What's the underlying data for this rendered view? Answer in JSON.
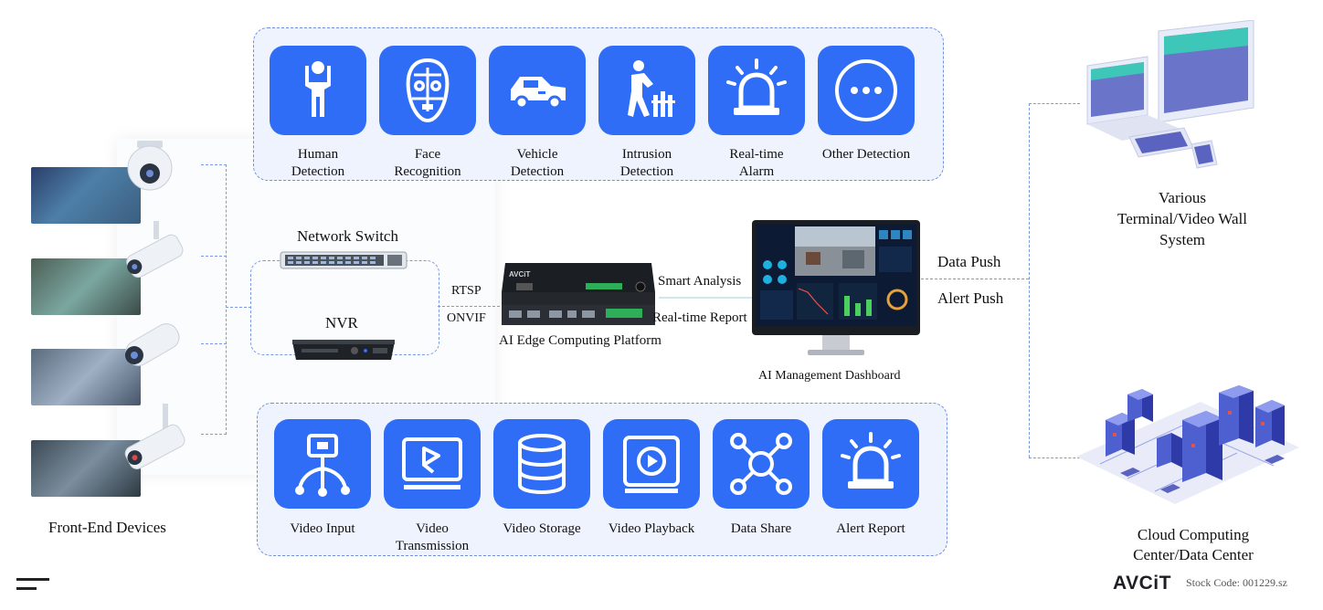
{
  "detection": {
    "items": [
      {
        "label": "Human\nDetection",
        "icon": "human-icon"
      },
      {
        "label": "Face\nRecognition",
        "icon": "face-icon"
      },
      {
        "label": "Vehicle\nDetection",
        "icon": "vehicle-icon"
      },
      {
        "label": "Intrusion\nDetection",
        "icon": "intrusion-icon"
      },
      {
        "label": "Real-time\nAlarm",
        "icon": "alarm-icon"
      },
      {
        "label": "Other Detection",
        "icon": "ellipsis-icon"
      }
    ]
  },
  "services": {
    "items": [
      {
        "label": "Video Input",
        "icon": "video-input-icon"
      },
      {
        "label": "Video\nTransmission",
        "icon": "transmission-icon"
      },
      {
        "label": "Video Storage",
        "icon": "storage-icon"
      },
      {
        "label": "Video Playback",
        "icon": "playback-icon"
      },
      {
        "label": "Data Share",
        "icon": "share-icon"
      },
      {
        "label": "Alert Report",
        "icon": "alert-report-icon"
      }
    ]
  },
  "network_switch": "Network Switch",
  "nvr": "NVR",
  "rtsp": "RTSP",
  "onvif": "ONVIF",
  "edge_platform": "AI Edge Computing Platform",
  "smart_analysis": "Smart Analysis",
  "realtime_report": "Real-time Report",
  "dashboard": "AI Management Dashboard",
  "data_push": "Data Push",
  "alert_push": "Alert Push",
  "terminal": "Various\nTerminal/Video Wall\nSystem",
  "cloud": "Cloud Computing\nCenter/Data Center",
  "front_end": "Front-End Devices",
  "brand": "AVCiT",
  "stock_code": "Stock Code: 001229.sz",
  "colors": {
    "accent": "#2f6df6",
    "panel": "#eef3fd",
    "dash": "#7a9ae6"
  }
}
